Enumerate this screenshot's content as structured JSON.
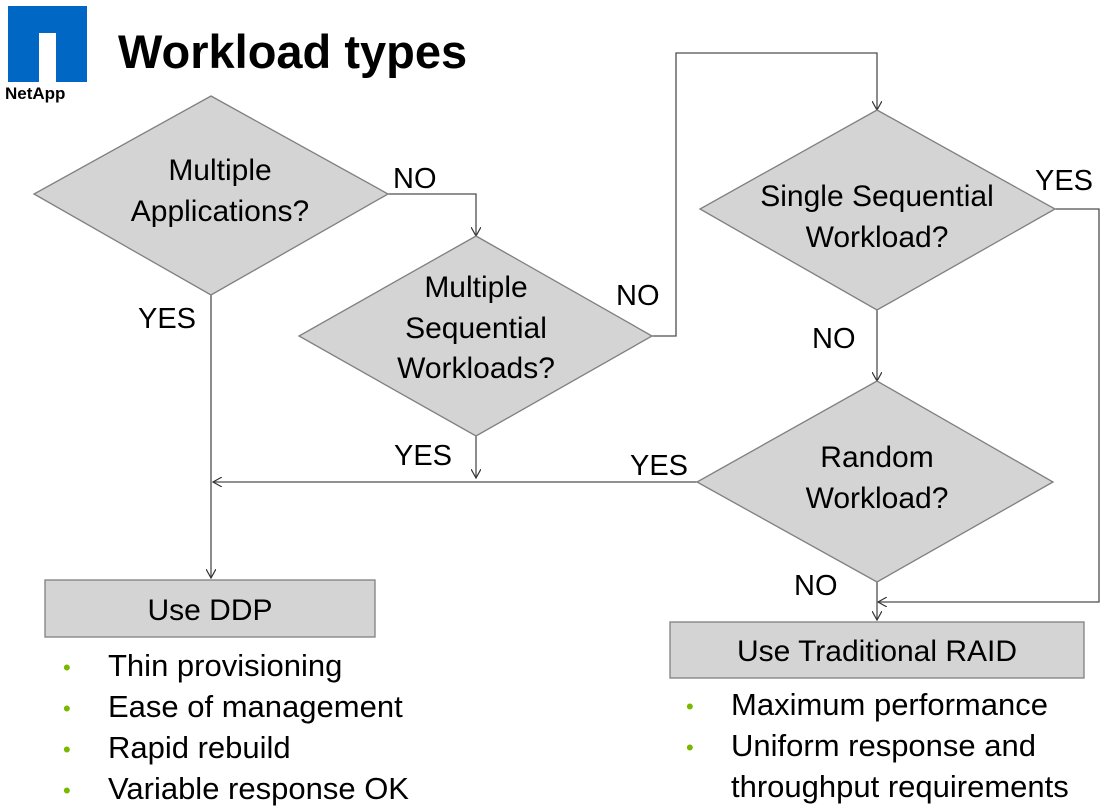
{
  "logo": {
    "text": "NetApp",
    "brand_color": "#0067c5"
  },
  "title": "Workload types",
  "decisions": {
    "multiple_applications": [
      "Multiple",
      "Applications?"
    ],
    "multiple_sequential": [
      "Multiple",
      "Sequential",
      "Workloads?"
    ],
    "single_sequential": [
      "Single Sequential",
      "Workload?"
    ],
    "random": [
      "Random",
      "Workload?"
    ]
  },
  "edge_labels": {
    "multiple_applications_no": "NO",
    "multiple_applications_yes": "YES",
    "multiple_sequential_no": "NO",
    "multiple_sequential_yes": "YES",
    "single_sequential_yes": "YES",
    "single_sequential_no": "NO",
    "random_yes": "YES",
    "random_no": "NO"
  },
  "outcomes": {
    "ddp": "Use DDP",
    "raid": "Use Traditional RAID"
  },
  "ddp_bullets": [
    "Thin provisioning",
    "Ease of management",
    "Rapid rebuild",
    "Variable response OK"
  ],
  "raid_bullets": [
    "Maximum performance",
    "Uniform response and",
    "throughput requirements"
  ],
  "colors": {
    "shape_fill": "#d4d4d4",
    "shape_stroke": "#7f7f7f",
    "bullet": "#7ab800"
  }
}
